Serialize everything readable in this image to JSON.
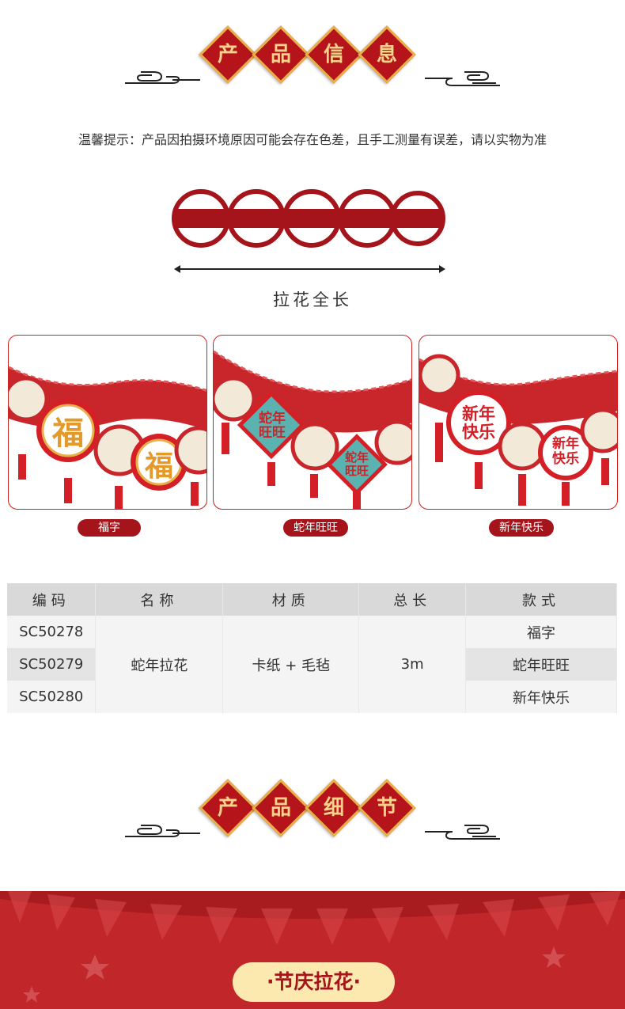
{
  "section1": {
    "chars": [
      "产",
      "品",
      "信",
      "息"
    ]
  },
  "notice": "温馨提示：产品因拍摄环境原因可能会存在色差，且手工测量有误差，请以实物为准",
  "length_label": "拉花全长",
  "styles": [
    {
      "label": "福字"
    },
    {
      "label": "蛇年旺旺"
    },
    {
      "label": "新年快乐"
    }
  ],
  "table": {
    "headers": [
      "编码",
      "名称",
      "材质",
      "总长",
      "款式"
    ],
    "codes": [
      "SC50278",
      "SC50279",
      "SC50280"
    ],
    "name": "蛇年拉花",
    "material": "卡纸 + 毛毡",
    "length": "3m",
    "styles": [
      "福字",
      "蛇年旺旺",
      "新年快乐"
    ]
  },
  "section2": {
    "chars": [
      "产",
      "品",
      "细",
      "节"
    ]
  },
  "banner": {
    "label": "·节庆拉花·"
  },
  "photo_texts": {
    "p1": [
      "福",
      "福"
    ],
    "p2": [
      "蛇年",
      "旺旺"
    ],
    "p3": [
      "新年",
      "快乐",
      "新年",
      "快乐"
    ]
  },
  "colors": {
    "red": "#b5141b",
    "gold": "#e8b04a",
    "label_red": "#a5141a"
  }
}
